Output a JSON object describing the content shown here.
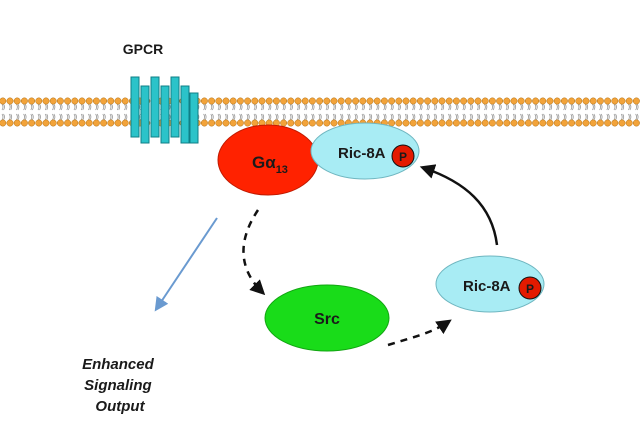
{
  "receptor": {
    "label": "GPCR",
    "color": "#2bc3c9"
  },
  "membrane": {
    "head_color": "#f2a33a",
    "tail_color": "#9a9a9a"
  },
  "g_alpha": {
    "label_main": "Gα",
    "label_sub": "13",
    "color": "#ff2200"
  },
  "ric8a_complex": {
    "label": "Ric-8A",
    "phospho": "P",
    "color": "#a8ecf4"
  },
  "ric8a_free": {
    "label": "Ric-8A",
    "phospho": "P",
    "color": "#a8ecf4"
  },
  "src": {
    "label": "Src",
    "color": "#19dc19"
  },
  "phospho_color": "#e31a00",
  "output": {
    "lines": [
      "Enhanced",
      "Signaling",
      "Output"
    ],
    "arrow_color": "#6a9ad0"
  },
  "arrow_color": "#111111"
}
